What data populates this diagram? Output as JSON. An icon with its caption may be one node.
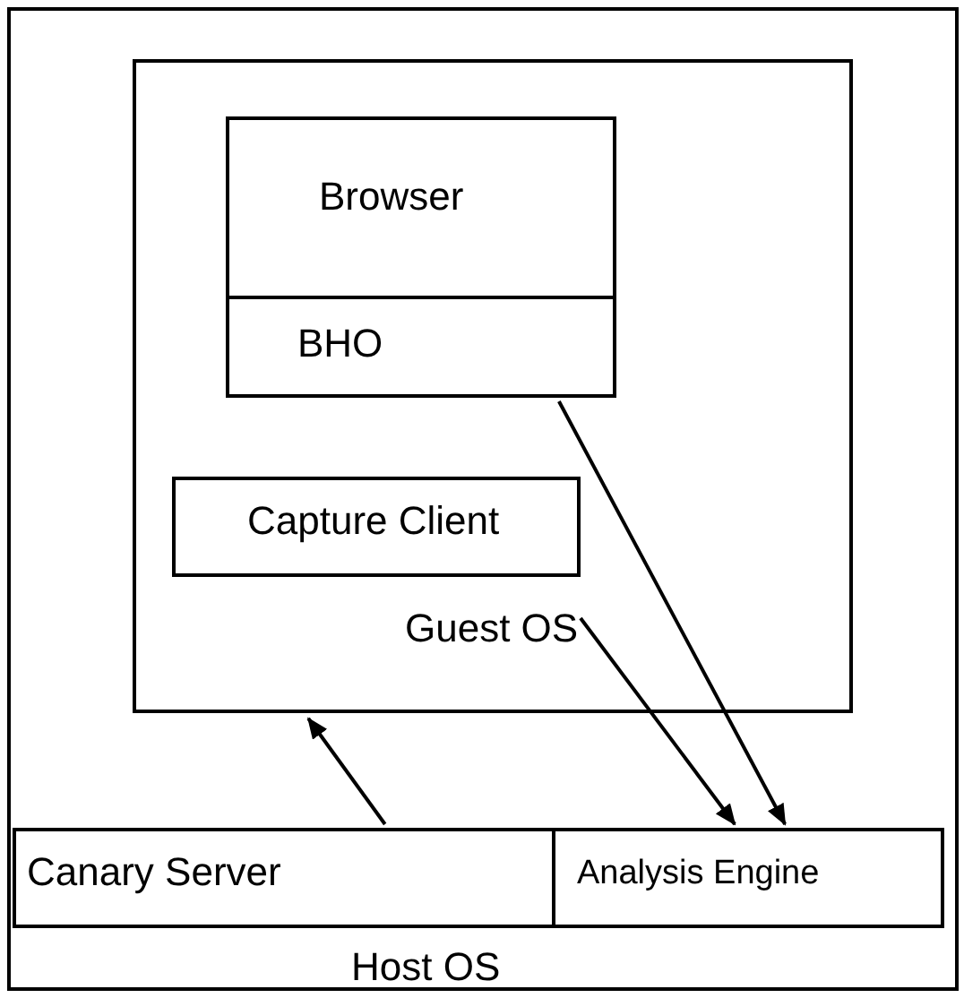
{
  "diagram": {
    "nodes": [
      {
        "text": [
          "Host OS"
        ]
      },
      {
        "text": [
          "Guest OS"
        ],
        "in": 0
      },
      {
        "text": [
          "Browser"
        ],
        "in": 1
      },
      {
        "text": [
          "BHO"
        ],
        "in": 2
      },
      {
        "text": [
          "Capture Client"
        ],
        "in": 1
      },
      {
        "text": [
          "Canary Server"
        ],
        "in": 0
      },
      {
        "text": [
          "Analysis Engine"
        ],
        "in": 0
      }
    ],
    "edges": [
      {
        "from": 3,
        "to": 6,
        "arrow": "to"
      },
      {
        "from": 4,
        "to": 6,
        "arrow": "to"
      },
      {
        "from": 5,
        "to": 1,
        "arrow": "to"
      }
    ]
  }
}
